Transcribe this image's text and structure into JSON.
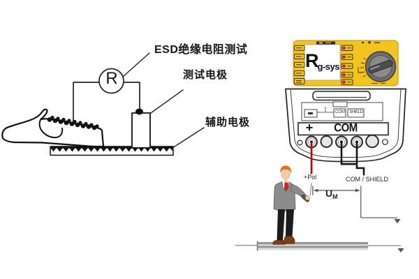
{
  "left_diagram": {
    "esd_test_label": "ESD绝缘电阻测试",
    "test_electrode_label": "测试电极",
    "auxiliary_electrode_label": "辅助电极",
    "resistance_meter_symbol": "R"
  },
  "instrument": {
    "display_model_main": "R",
    "display_model_sub": "g-sys",
    "terminal_plus_label": "+",
    "terminal_com_label": "COM",
    "internal_box_com_label": "COM",
    "internal_box_shield_label": "SHIELD",
    "panel_color": "#F2C41D"
  },
  "wiring": {
    "plus_pol_label": "+Pol",
    "com_shield_label": "COM / SHIELD",
    "voltage_label_main": "U",
    "voltage_label_sub": "M",
    "wire_red_color": "#CC0000",
    "wire_black_color": "#141414"
  }
}
